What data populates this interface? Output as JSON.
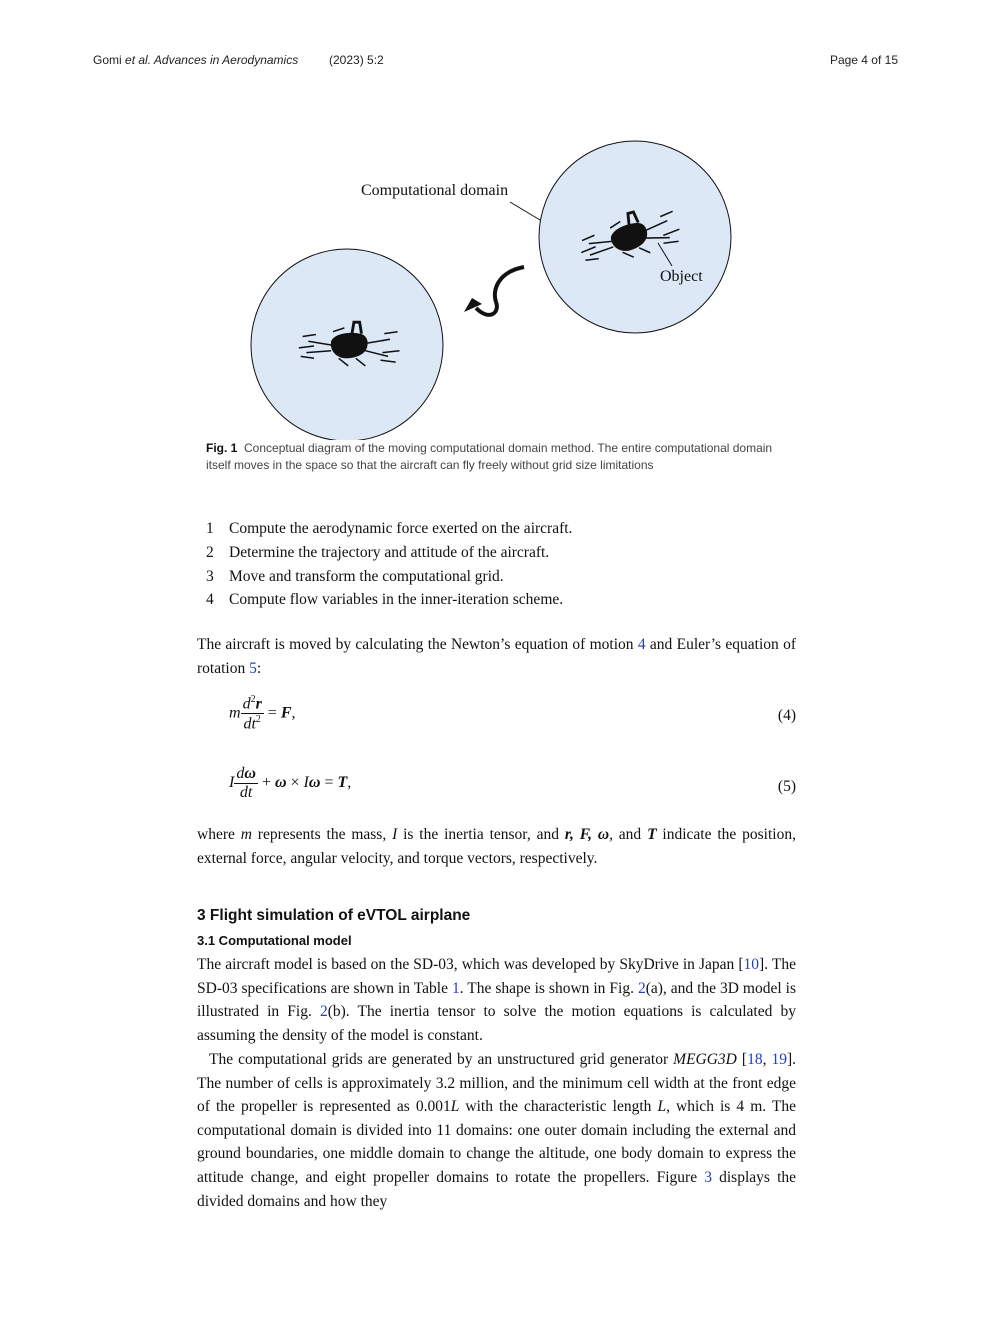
{
  "header": {
    "authors": "Gomi ",
    "journal_italic": "et al. Advances in Aerodynamics",
    "year_vol": "(2023) 5:2",
    "page": "Page 4 of 15"
  },
  "figure": {
    "label_domain": "Computational domain",
    "label_object": "Object",
    "caption_label": "Fig. 1",
    "caption_text": "Conceptual diagram of the moving computational domain method. The entire computational domain itself moves in the space so that the aircraft can fly freely without grid size limitations",
    "colors": {
      "domain_fill": "#dce8f5",
      "outline": "#111111"
    }
  },
  "steps": [
    {
      "num": "1",
      "text": "Compute the aerodynamic force exerted on the aircraft."
    },
    {
      "num": "2",
      "text": "Determine the trajectory and attitude of the aircraft."
    },
    {
      "num": "3",
      "text": "Move and transform the computational grid."
    },
    {
      "num": "4",
      "text": "Compute flow variables in the inner-iteration scheme."
    }
  ],
  "intro": {
    "a": "The aircraft is moved by calculating the Newton’s equation of motion ",
    "ref1": "4",
    "b": " and Euler’s equation of rotation ",
    "ref2": "5",
    "c": ":"
  },
  "equations": {
    "eq4_number": "(4)",
    "eq5_number": "(5)"
  },
  "where": {
    "a": "where ",
    "m": "m",
    "b": " represents the mass, ",
    "I": "I",
    "c": " is the inertia tensor, and ",
    "vars": "r, F, ω",
    "d": ", and ",
    "T": "T",
    "e": " indicate the position, external force, angular velocity, and torque vectors, respectively."
  },
  "section3": {
    "title": "3  Flight simulation of eVTOL airplane"
  },
  "section31": {
    "title": "3.1  Computational model"
  },
  "p1": {
    "a": "The aircraft model is based on the SD-03, which was developed by SkyDrive in Japan [",
    "ref10": "10",
    "b": "]. The SD-03 specifications are shown in Table ",
    "refT1": "1",
    "c": ". The shape is shown in Fig. ",
    "refF2a": "2",
    "d": "(a), and the 3D model is illustrated in Fig. ",
    "refF2b": "2",
    "e": "(b). The inertia tensor to solve the motion equations is calculated by assuming the density of the model is constant."
  },
  "p2": {
    "a": "The computational grids are generated by an unstructured grid generator ",
    "megg": "MEGG3D",
    "b": " [",
    "ref18": "18",
    "c": ", ",
    "ref19": "19",
    "d": "]. The number of cells is approximately 3.2 million, and the minimum cell width at the front edge of the propeller is represented as 0.001",
    "L1": "L",
    "e": " with the characteristic length ",
    "L2": "L",
    "f": ", which is 4 m. The computational domain is divided into 11 domains: one outer domain including the external and ground boundaries, one middle domain to change the altitude, one body domain to express the attitude change, and eight propeller domains to rotate the propellers. Figure ",
    "ref3": "3",
    "g": " displays the divided domains and how they"
  }
}
